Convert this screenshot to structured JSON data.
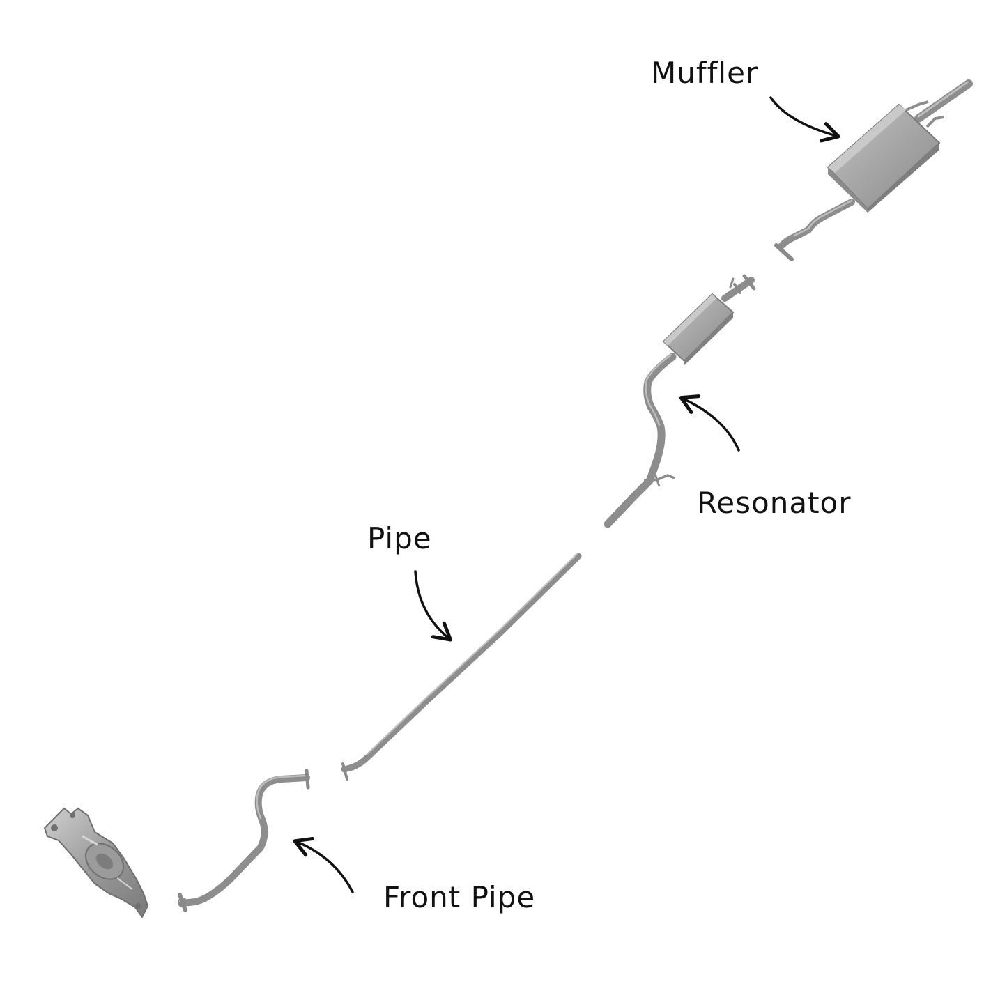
{
  "diagram": {
    "labels": {
      "muffler": "Muffler",
      "resonator": "Resonator",
      "pipe": "Pipe",
      "front_pipe": "Front Pipe"
    },
    "colors": {
      "background": "#ffffff",
      "part_fill": "#a3a3a3",
      "part_light": "#c2c2c2",
      "part_dark": "#7e7e7e",
      "pipe_stroke": "#8d8d8d",
      "pipe_highlight": "#bdbdbd",
      "arrow": "#111111",
      "text": "#111111"
    }
  }
}
